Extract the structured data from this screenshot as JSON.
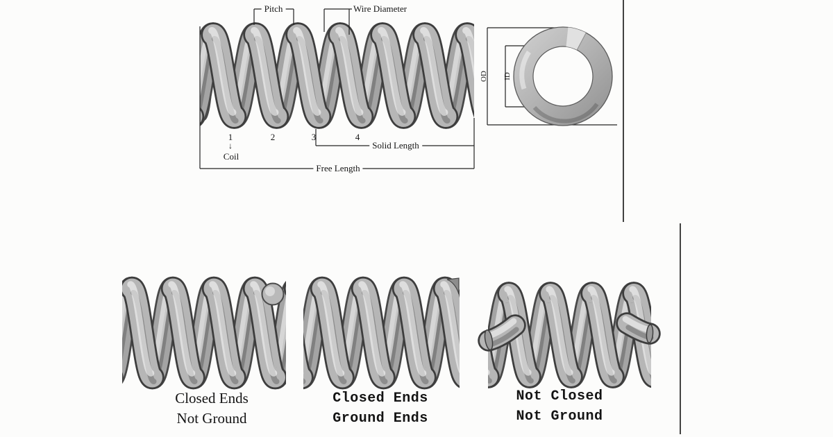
{
  "top_panel": {
    "title_hint": "compression spring dimension diagram",
    "labels": {
      "pitch": "Pitch",
      "wire_diameter": "Wire Diameter",
      "solid_length": "Solid Length",
      "free_length": "Free Length",
      "coil": "Coil",
      "down_arrow": "↓",
      "coil_numbers": [
        "1",
        "2",
        "3",
        "4"
      ],
      "outer_diameter": "OD",
      "inner_diameter": "ID"
    }
  },
  "bottom_panel": {
    "title_hint": "spring end types",
    "types": [
      {
        "line1": "Closed Ends",
        "line2": "Not Ground"
      },
      {
        "line1": "Closed Ends",
        "line2": "Ground Ends"
      },
      {
        "line1": "Not Closed",
        "line2": "Not Ground"
      }
    ]
  },
  "colors": {
    "background": "#fcfcfb",
    "annotation_line": "#222222",
    "panel_border_dark": "#2c2c2c",
    "panel_border_gray": "#9b9b9b",
    "spring_front_base": "#b6b6b6",
    "spring_back_base": "#a4a4a4",
    "spring_outline": "#3d3d3d"
  }
}
